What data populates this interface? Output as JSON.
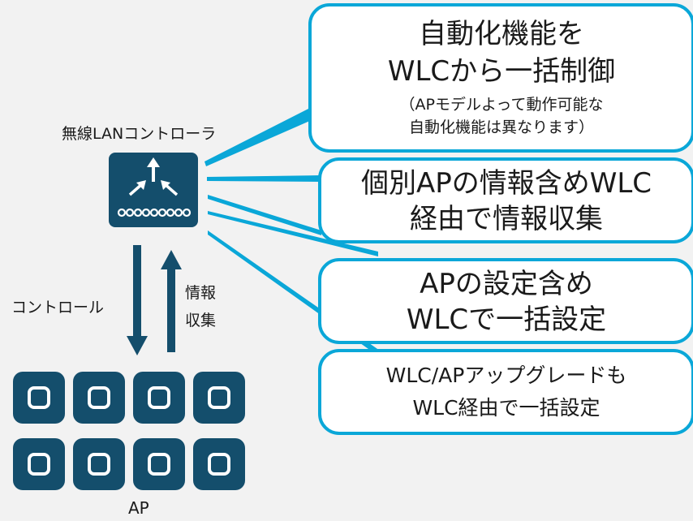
{
  "colors": {
    "navy": "#144e6c",
    "callout_border": "#0aa7d8",
    "callout_fill": "#ffffff",
    "background": "#f2f2f2"
  },
  "controller": {
    "label": "無線LANコントローラ"
  },
  "arrows": {
    "down_label": "コントロール",
    "up_label_line1": "情報",
    "up_label_line2": "収集"
  },
  "ap": {
    "label": "AP",
    "count": 8
  },
  "callouts": [
    {
      "lines": [
        "自動化機能を",
        "WLCから一括制御"
      ],
      "sub_lines": [
        "（APモデルよって動作可能な",
        "自動化機能は異なります）"
      ]
    },
    {
      "lines": [
        "個別APの情報含めWLC",
        "経由で情報収集"
      ]
    },
    {
      "lines": [
        "APの設定含め",
        "WLCで一括設定"
      ]
    },
    {
      "lines": [
        "WLC/APアップグレードも",
        "WLC経由で一括設定"
      ]
    }
  ]
}
